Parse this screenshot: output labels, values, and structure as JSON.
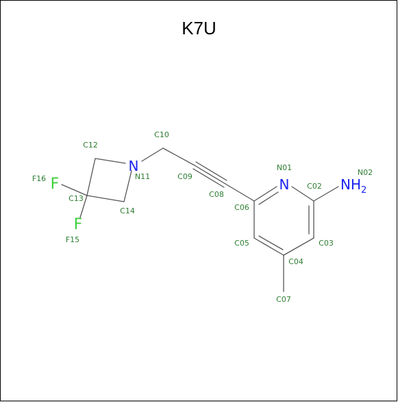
{
  "title": "K7U",
  "colors": {
    "bond": "#555555",
    "carbon_label": "#2e7d32",
    "nitrogen": "#1a22ee",
    "fluorine": "#3ccf3c",
    "border": "#000000"
  },
  "atoms": {
    "n01": {
      "element": "N",
      "label": "N01"
    },
    "c02": {
      "label": "C02"
    },
    "n02": {
      "element": "NH",
      "subscript": "2",
      "label": "N02"
    },
    "c03": {
      "label": "C03"
    },
    "c04": {
      "label": "C04"
    },
    "c05": {
      "label": "C05"
    },
    "c06": {
      "label": "C06"
    },
    "c07": {
      "label": "C07"
    },
    "c08": {
      "label": "C08"
    },
    "c09": {
      "label": "C09"
    },
    "c10": {
      "label": "C10"
    },
    "n11": {
      "element": "N",
      "label": "N11"
    },
    "c12": {
      "label": "C12"
    },
    "c13": {
      "label": "C13"
    },
    "c14": {
      "label": "C14"
    },
    "f15": {
      "element": "F",
      "label": "F15"
    },
    "f16": {
      "element": "F",
      "label": "F16"
    }
  }
}
